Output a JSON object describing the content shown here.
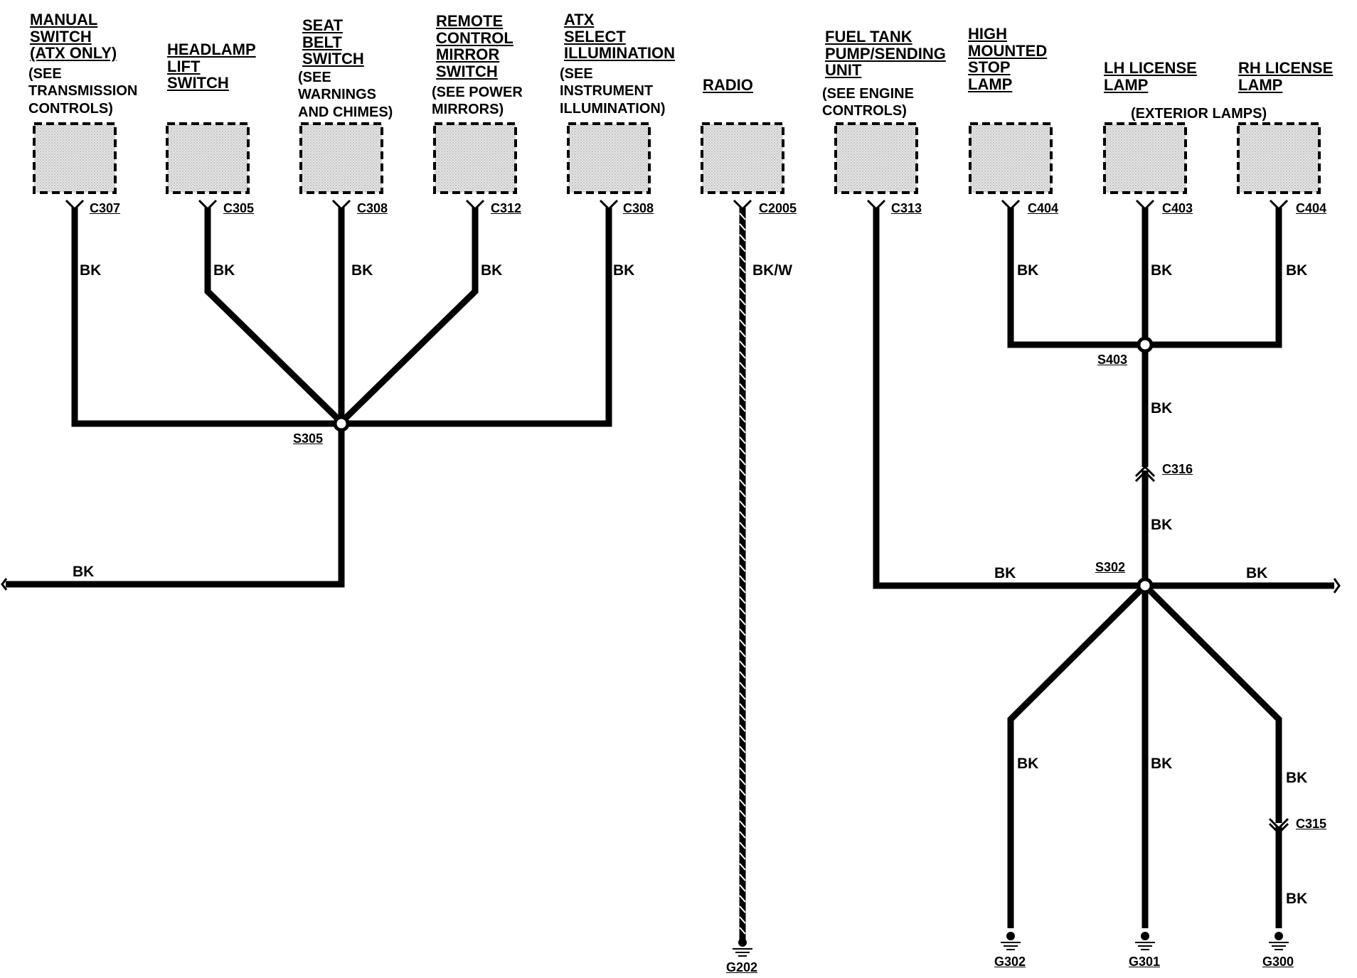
{
  "components": [
    {
      "id": "manual-switch",
      "title": [
        "MANUAL",
        "SWITCH",
        "(ATX ONLY)"
      ],
      "note": [
        "(SEE",
        "TRANSMISSION",
        "CONTROLS)"
      ],
      "connector": "C307",
      "wire": "BK"
    },
    {
      "id": "headlamp-lift-switch",
      "title": [
        "HEADLAMP",
        "LIFT",
        "SWITCH"
      ],
      "note": [],
      "connector": "C305",
      "wire": "BK"
    },
    {
      "id": "seat-belt-switch",
      "title": [
        "SEAT",
        "BELT",
        "SWITCH"
      ],
      "note": [
        "(SEE",
        "WARNINGS",
        "AND CHIMES)"
      ],
      "connector": "C308",
      "wire": "BK"
    },
    {
      "id": "remote-control-mirror-switch",
      "title": [
        "REMOTE",
        "CONTROL",
        "MIRROR",
        "SWITCH"
      ],
      "note": [
        "(SEE POWER",
        "MIRRORS)"
      ],
      "connector": "C312",
      "wire": "BK"
    },
    {
      "id": "atx-select-illumination",
      "title": [
        "ATX",
        "SELECT",
        "ILLUMINATION"
      ],
      "note": [
        "(SEE",
        "INSTRUMENT",
        "ILLUMINATION)"
      ],
      "connector": "C308",
      "wire": "BK"
    },
    {
      "id": "radio",
      "title": [
        "RADIO"
      ],
      "note": [],
      "connector": "C2005",
      "wire": "BK/W"
    },
    {
      "id": "fuel-tank-pump-sending-unit",
      "title": [
        "FUEL TANK",
        "PUMP/SENDING",
        "UNIT"
      ],
      "note": [
        "(SEE ENGINE",
        "CONTROLS)"
      ],
      "connector": "C313",
      "wire": "BK"
    },
    {
      "id": "high-mounted-stop-lamp",
      "title": [
        "HIGH",
        "MOUNTED",
        "STOP",
        "LAMP"
      ],
      "note": [],
      "connector": "C404",
      "wire": "BK"
    },
    {
      "id": "lh-license-lamp",
      "title": [
        "LH LICENSE",
        "LAMP"
      ],
      "note": [],
      "connector": "C403",
      "wire": "BK"
    },
    {
      "id": "rh-license-lamp",
      "title": [
        "RH LICENSE",
        "LAMP"
      ],
      "note": [],
      "connector": "C404",
      "wire": "BK"
    }
  ],
  "exterior_lamps_note": "(EXTERIOR LAMPS)",
  "splices": {
    "s305": "S305",
    "s403": "S403",
    "s302": "S302"
  },
  "inline_connectors": {
    "c316": "C316",
    "c315": "C315"
  },
  "grounds": {
    "g202": "G202",
    "g302": "G302",
    "g301": "G301",
    "g300": "G300"
  },
  "wire_labels": {
    "s305_out": "BK",
    "s403_to_c316": "BK",
    "c316_to_s302": "BK",
    "fuel_to_s302": "BK",
    "s302_right": "BK",
    "s302_to_g302": "BK",
    "s302_to_g301": "BK",
    "s302_to_c315": "BK",
    "c315_to_g300": "BK"
  }
}
